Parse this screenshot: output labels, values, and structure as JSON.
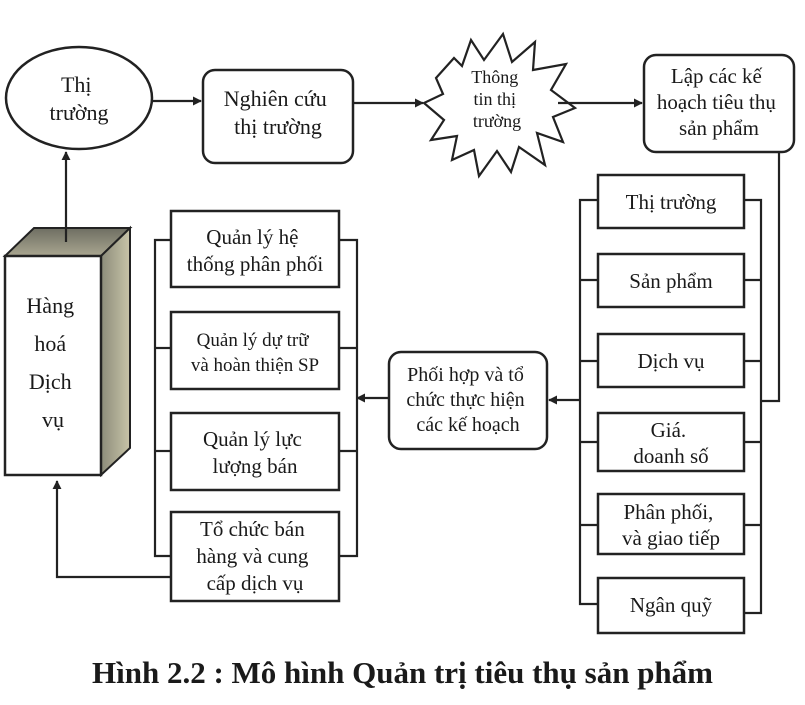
{
  "nodes": {
    "market": [
      "Thị",
      "trường"
    ],
    "research": [
      "Nghiên cứu",
      "thị trường"
    ],
    "info": [
      "Thông",
      "tin thị",
      "trường"
    ],
    "plan": [
      "Lập các  kế",
      "hoạch tiêu thụ",
      "sản phẩm"
    ],
    "goods": [
      "Hàng",
      "hoá",
      "Dịch",
      "vụ"
    ],
    "coordinate": [
      "Phối hợp và tổ",
      "chức thực hiện",
      "các kế hoạch"
    ],
    "left_items": [
      [
        "Quản lý hệ",
        "thống phân phối"
      ],
      [
        "Quản lý dự trữ",
        "và hoàn thiện SP"
      ],
      [
        "Quản lý lực",
        "lượng bán"
      ],
      [
        "Tổ chức bán",
        "hàng và cung",
        "cấp dịch vụ"
      ]
    ],
    "right_items": [
      [
        "Thị trường"
      ],
      [
        "Sản phẩm"
      ],
      [
        "Dịch vụ"
      ],
      [
        "Giá.",
        "doanh số"
      ],
      [
        "Phân phối,",
        "và giao tiếp"
      ],
      [
        "Ngân quỹ"
      ]
    ]
  },
  "caption": "Hình 2.2 :  Mô hình Quản trị tiêu thụ sản phẩm"
}
